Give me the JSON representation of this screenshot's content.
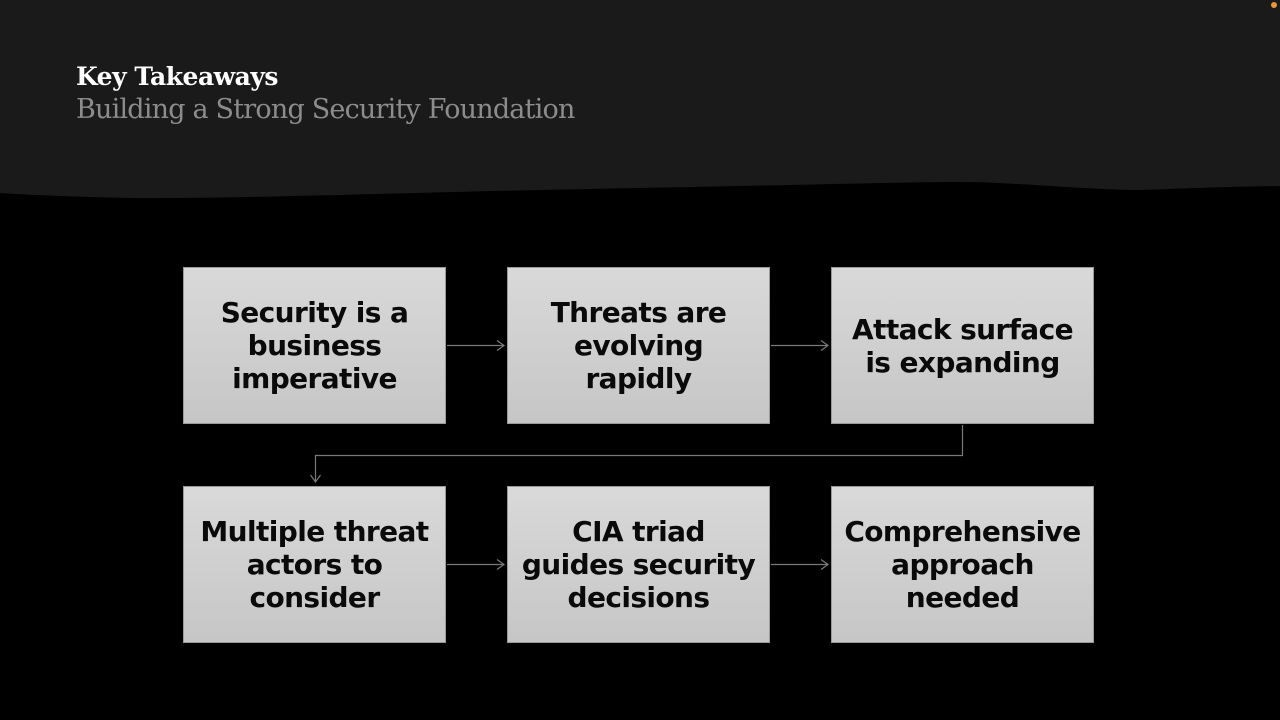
{
  "header": {
    "title": "Key Takeaways",
    "subtitle": "Building a Strong Security Foundation"
  },
  "colors": {
    "header_bg": "#1a1a1a",
    "body_bg": "#000000",
    "title": "#ffffff",
    "subtitle": "#8c8c8c",
    "box_top": "#d9d9d9",
    "box_bottom": "#c6c6c6",
    "connector": "#7a7a7a",
    "indicator_dot": "#e8963c"
  },
  "flow": {
    "steps": [
      {
        "label": "Security is a business imperative"
      },
      {
        "label": "Threats are evolving rapidly"
      },
      {
        "label": "Attack surface is expanding"
      },
      {
        "label": "Multiple threat actors to consider"
      },
      {
        "label": "CIA triad guides security decisions"
      },
      {
        "label": "Comprehensive approach needed"
      }
    ]
  }
}
